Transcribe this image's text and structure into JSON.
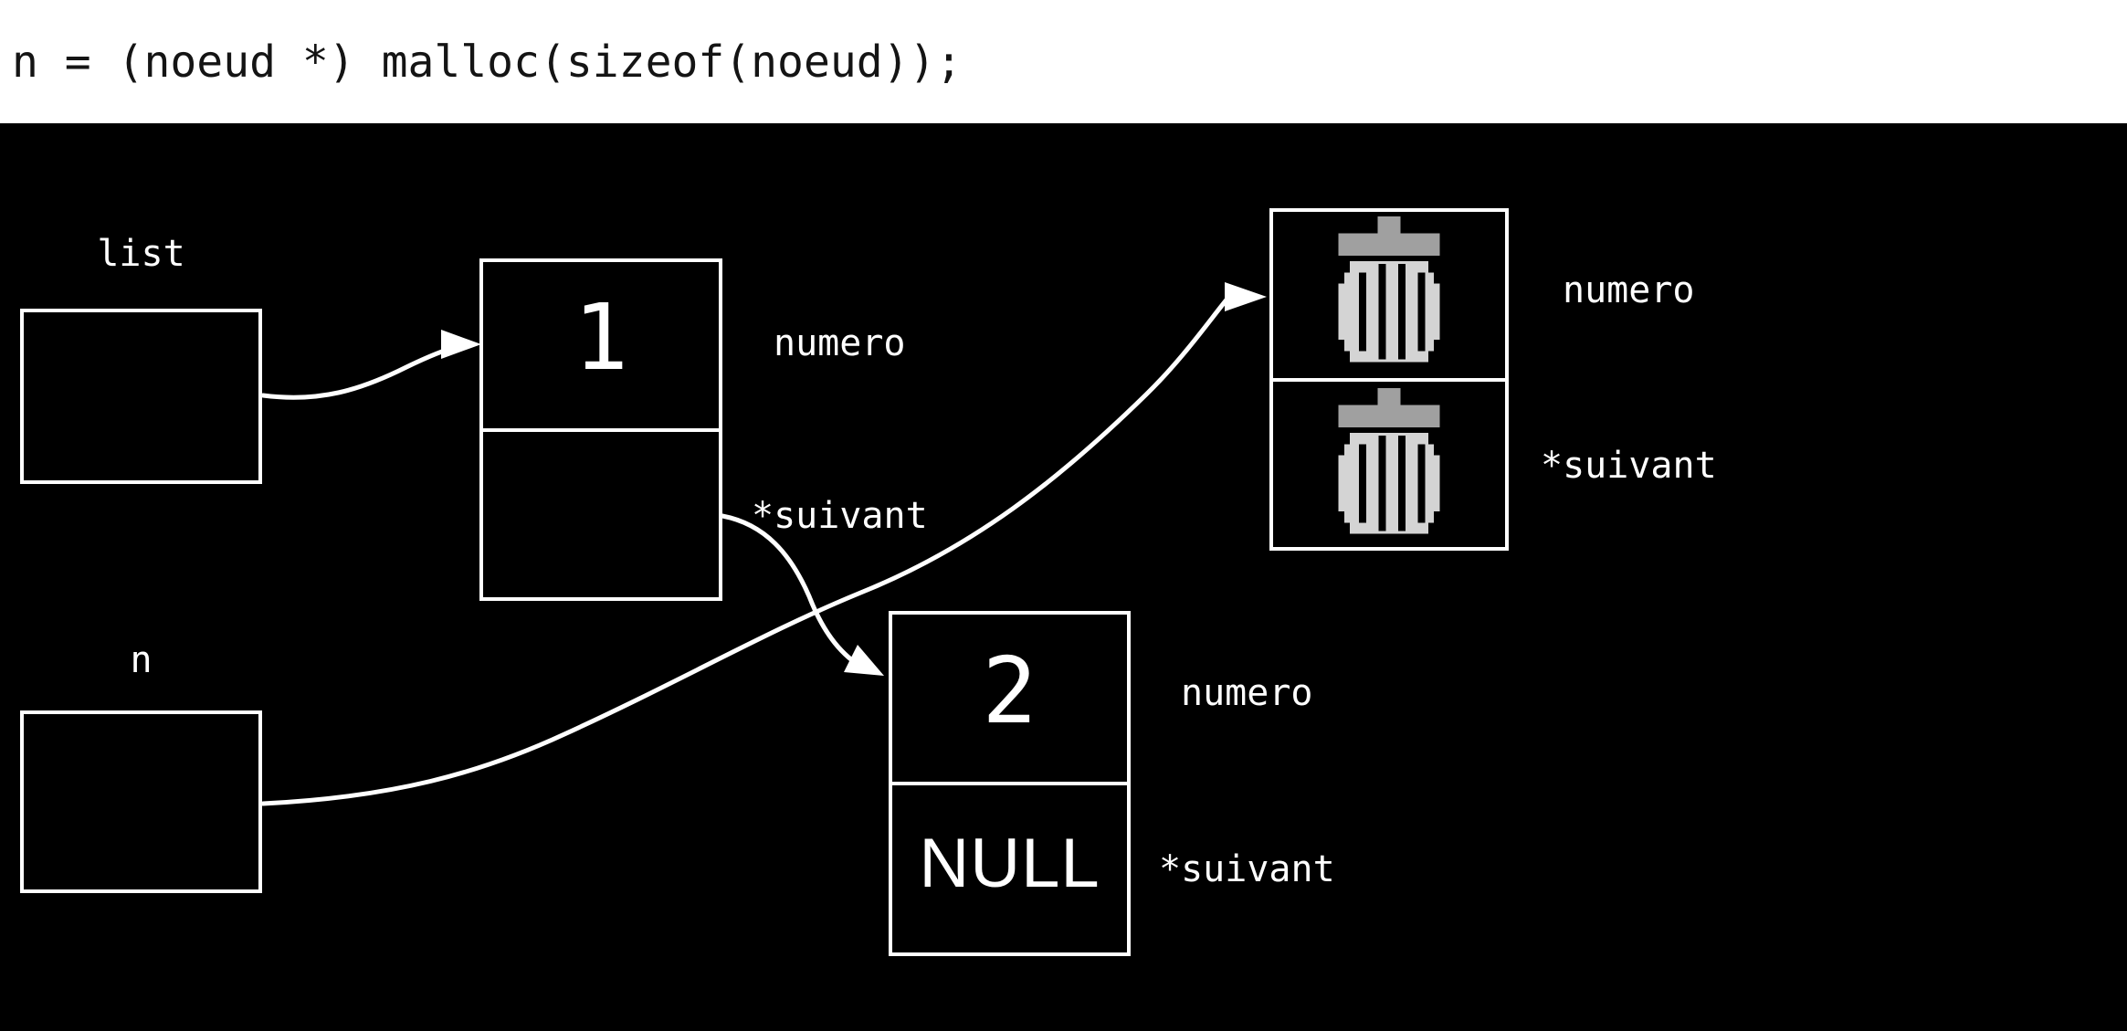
{
  "code": "n = (noeud *) malloc(sizeof(noeud));",
  "pointers": {
    "list": {
      "label": "list"
    },
    "n": {
      "label": "n"
    }
  },
  "nodes": {
    "node1": {
      "numero_value": "1",
      "numero_label": "numero",
      "suivant_label": "*suivant",
      "suivant_value": ""
    },
    "node2": {
      "numero_value": "2",
      "suivant_value": "NULL",
      "numero_label": "numero",
      "suivant_label": "*suivant"
    },
    "freed": {
      "numero_icon": "trash-icon",
      "suivant_icon": "trash-icon",
      "numero_label": "numero",
      "suivant_label": "*suivant"
    }
  },
  "colors": {
    "background": "#000000",
    "code_bar_background": "#ffffff",
    "code_text": "#141414",
    "line_and_text": "#ffffff",
    "trash_body": "#d4d4d4",
    "trash_lid": "#a0a0a0"
  }
}
